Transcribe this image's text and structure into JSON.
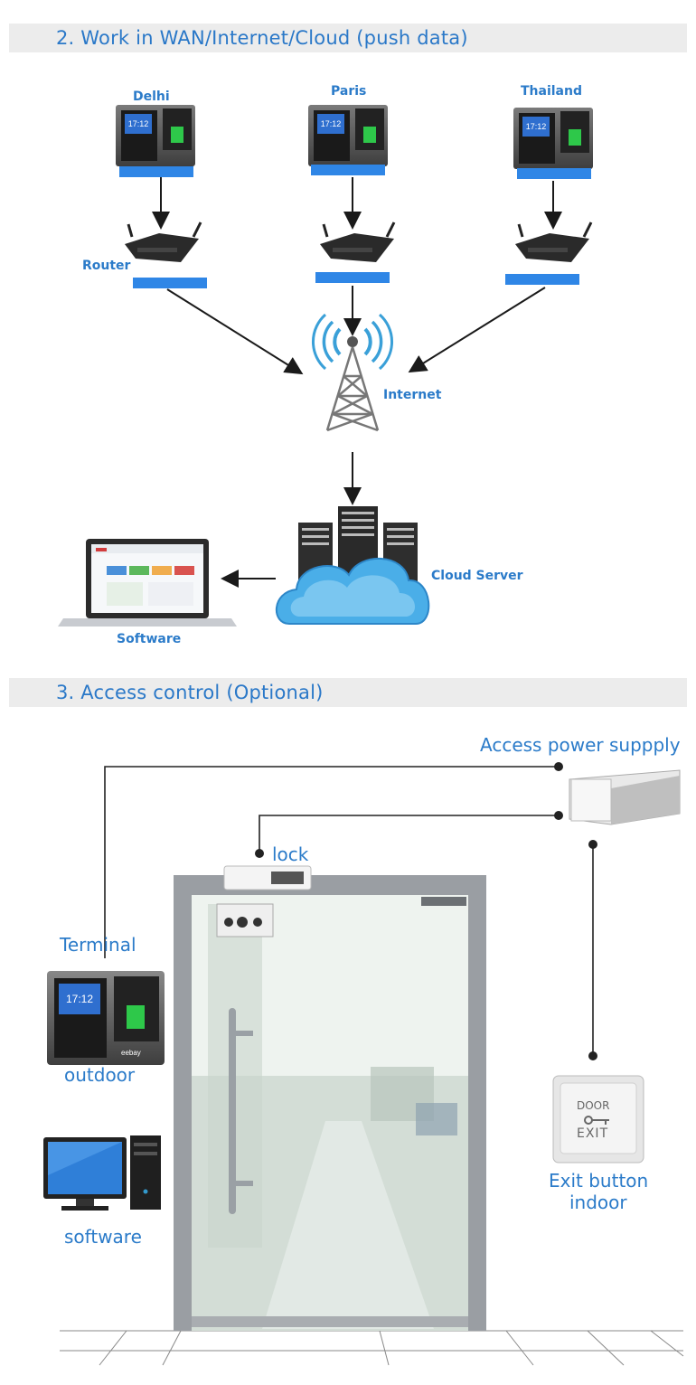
{
  "section2": {
    "title": "2. Work in WAN/Internet/Cloud (push data)",
    "locations": [
      "Delhi",
      "Paris",
      "Thailand"
    ],
    "router_label": "Router",
    "internet_label": "Internet",
    "cloud_label": "Cloud Server",
    "software_label": "Software",
    "device_time": "17:12",
    "device_brand": "eebay"
  },
  "section3": {
    "title": "3. Access control (Optional)",
    "power_label": "Access power suppply",
    "lock_label": "lock",
    "terminal_label": "Terminal",
    "outdoor_label": "outdoor",
    "software_label": "software",
    "exit_label_1": "Exit button",
    "exit_label_2": "indoor",
    "exit_door_text": "DOOR",
    "exit_exit_text": "EXIT"
  },
  "colors": {
    "accent": "#2b7bc9",
    "bar": "#2f86e6",
    "section_bg": "#ececec"
  }
}
